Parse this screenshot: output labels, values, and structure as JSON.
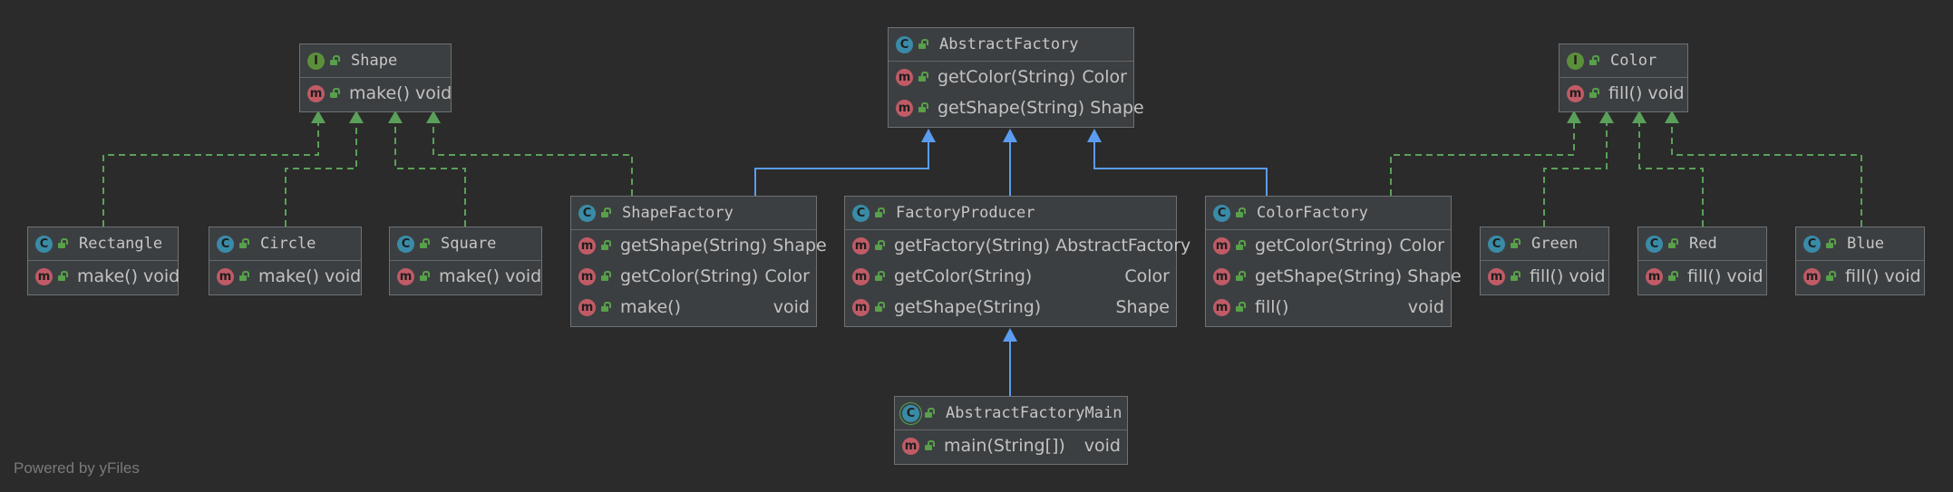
{
  "footer": "Powered by yFiles",
  "colors": {
    "background": "#2b2b2b",
    "node_fill": "#3c3f41",
    "realization_edge": "#5aa05a",
    "generalization_edge": "#5b9cf0"
  },
  "nodes": {
    "shape": {
      "kind": "I",
      "name": "Shape",
      "members": [
        {
          "kind": "m",
          "signature": "make() void",
          "type": ""
        }
      ]
    },
    "abstract_factory": {
      "kind": "C",
      "name": "AbstractFactory",
      "members": [
        {
          "kind": "m",
          "signature": "getColor(String)",
          "type": "Color"
        },
        {
          "kind": "m",
          "signature": "getShape(String)",
          "type": "Shape"
        }
      ]
    },
    "color": {
      "kind": "I",
      "name": "Color",
      "members": [
        {
          "kind": "m",
          "signature": "fill() void",
          "type": ""
        }
      ]
    },
    "rectangle": {
      "kind": "C",
      "name": "Rectangle",
      "members": [
        {
          "kind": "m",
          "signature": "make() void",
          "type": ""
        }
      ]
    },
    "circle": {
      "kind": "C",
      "name": "Circle",
      "members": [
        {
          "kind": "m",
          "signature": "make() void",
          "type": ""
        }
      ]
    },
    "square": {
      "kind": "C",
      "name": "Square",
      "members": [
        {
          "kind": "m",
          "signature": "make() void",
          "type": ""
        }
      ]
    },
    "shape_factory": {
      "kind": "C",
      "name": "ShapeFactory",
      "members": [
        {
          "kind": "m",
          "signature": "getShape(String)",
          "type": "Shape"
        },
        {
          "kind": "m",
          "signature": "getColor(String)",
          "type": "Color"
        },
        {
          "kind": "m",
          "signature": "make()",
          "type": "void"
        }
      ]
    },
    "factory_producer": {
      "kind": "C",
      "name": "FactoryProducer",
      "members": [
        {
          "kind": "m",
          "signature": "getFactory(String)",
          "type": "AbstractFactory"
        },
        {
          "kind": "m",
          "signature": "getColor(String)",
          "type": "Color"
        },
        {
          "kind": "m",
          "signature": "getShape(String)",
          "type": "Shape"
        }
      ]
    },
    "color_factory": {
      "kind": "C",
      "name": "ColorFactory",
      "members": [
        {
          "kind": "m",
          "signature": "getColor(String)",
          "type": "Color"
        },
        {
          "kind": "m",
          "signature": "getShape(String)",
          "type": "Shape"
        },
        {
          "kind": "m",
          "signature": "fill()",
          "type": "void"
        }
      ]
    },
    "green": {
      "kind": "C",
      "name": "Green",
      "members": [
        {
          "kind": "m",
          "signature": "fill() void",
          "type": ""
        }
      ]
    },
    "red": {
      "kind": "C",
      "name": "Red",
      "members": [
        {
          "kind": "m",
          "signature": "fill() void",
          "type": ""
        }
      ]
    },
    "blue": {
      "kind": "C",
      "name": "Blue",
      "members": [
        {
          "kind": "m",
          "signature": "fill() void",
          "type": ""
        }
      ]
    },
    "abstract_factory_main": {
      "kind": "C",
      "name": "AbstractFactoryMain",
      "members": [
        {
          "kind": "m",
          "signature": "main(String[])",
          "type": "void"
        }
      ]
    }
  }
}
